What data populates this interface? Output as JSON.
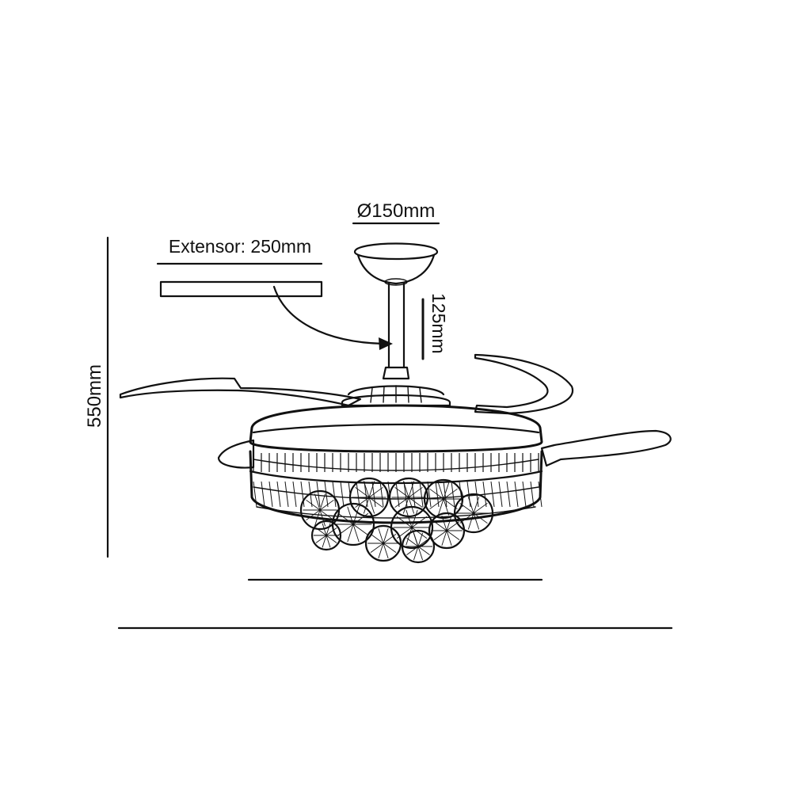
{
  "diagram": {
    "labels": {
      "canopy_diameter": "Ø150mm",
      "extension_rod": "Extensor: 250mm",
      "downrod_length": "125mm",
      "total_height": "550mm"
    },
    "colors": {
      "line": "#111111",
      "background": "#ffffff"
    }
  }
}
